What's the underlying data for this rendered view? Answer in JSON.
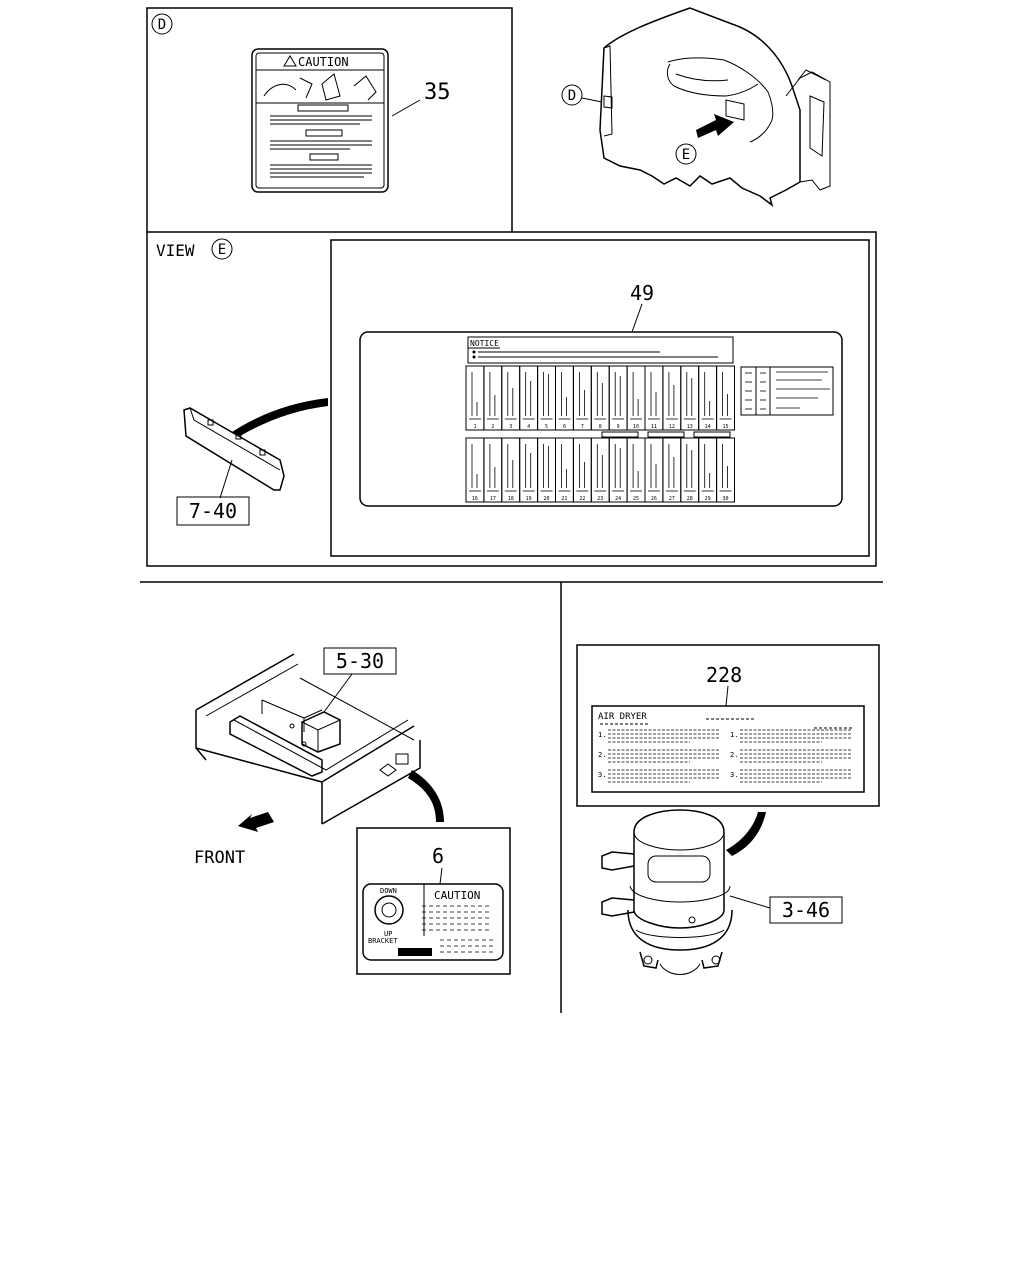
{
  "sections": {
    "view_d": {
      "marker": "D",
      "callout_35": "35",
      "caution_label": "CAUTION"
    },
    "cab": {
      "marker_d": "D",
      "marker_e": "E"
    },
    "view_e": {
      "title": "VIEW",
      "marker": "E",
      "ref_7_40": "7-40",
      "callout_49": "49",
      "notice_label": "NOTICE",
      "row1_numbers": [
        "1",
        "2",
        "3",
        "4",
        "5",
        "6",
        "7",
        "8",
        "9",
        "10",
        "11",
        "12",
        "13",
        "14",
        "15"
      ],
      "row2_numbers": [
        "16",
        "17",
        "18",
        "19",
        "20",
        "21",
        "22",
        "23",
        "24",
        "25",
        "26",
        "27",
        "28",
        "29",
        "30"
      ]
    },
    "frame": {
      "ref_5_30": "5-30",
      "front_label": "FRONT",
      "callout_6": "6",
      "caution_label": "CAUTION",
      "down_label": "DOWN",
      "up_label": "UP",
      "bracket_label": "BRACKET"
    },
    "air_dryer": {
      "callout_228": "228",
      "label_title": "AIR DRYER",
      "left_items": [
        "1.",
        "2.",
        "3."
      ],
      "right_items": [
        "1.",
        "2.",
        "3."
      ],
      "ref_3_46": "3-46"
    }
  },
  "colors": {
    "line": "#000000",
    "background": "#ffffff"
  }
}
